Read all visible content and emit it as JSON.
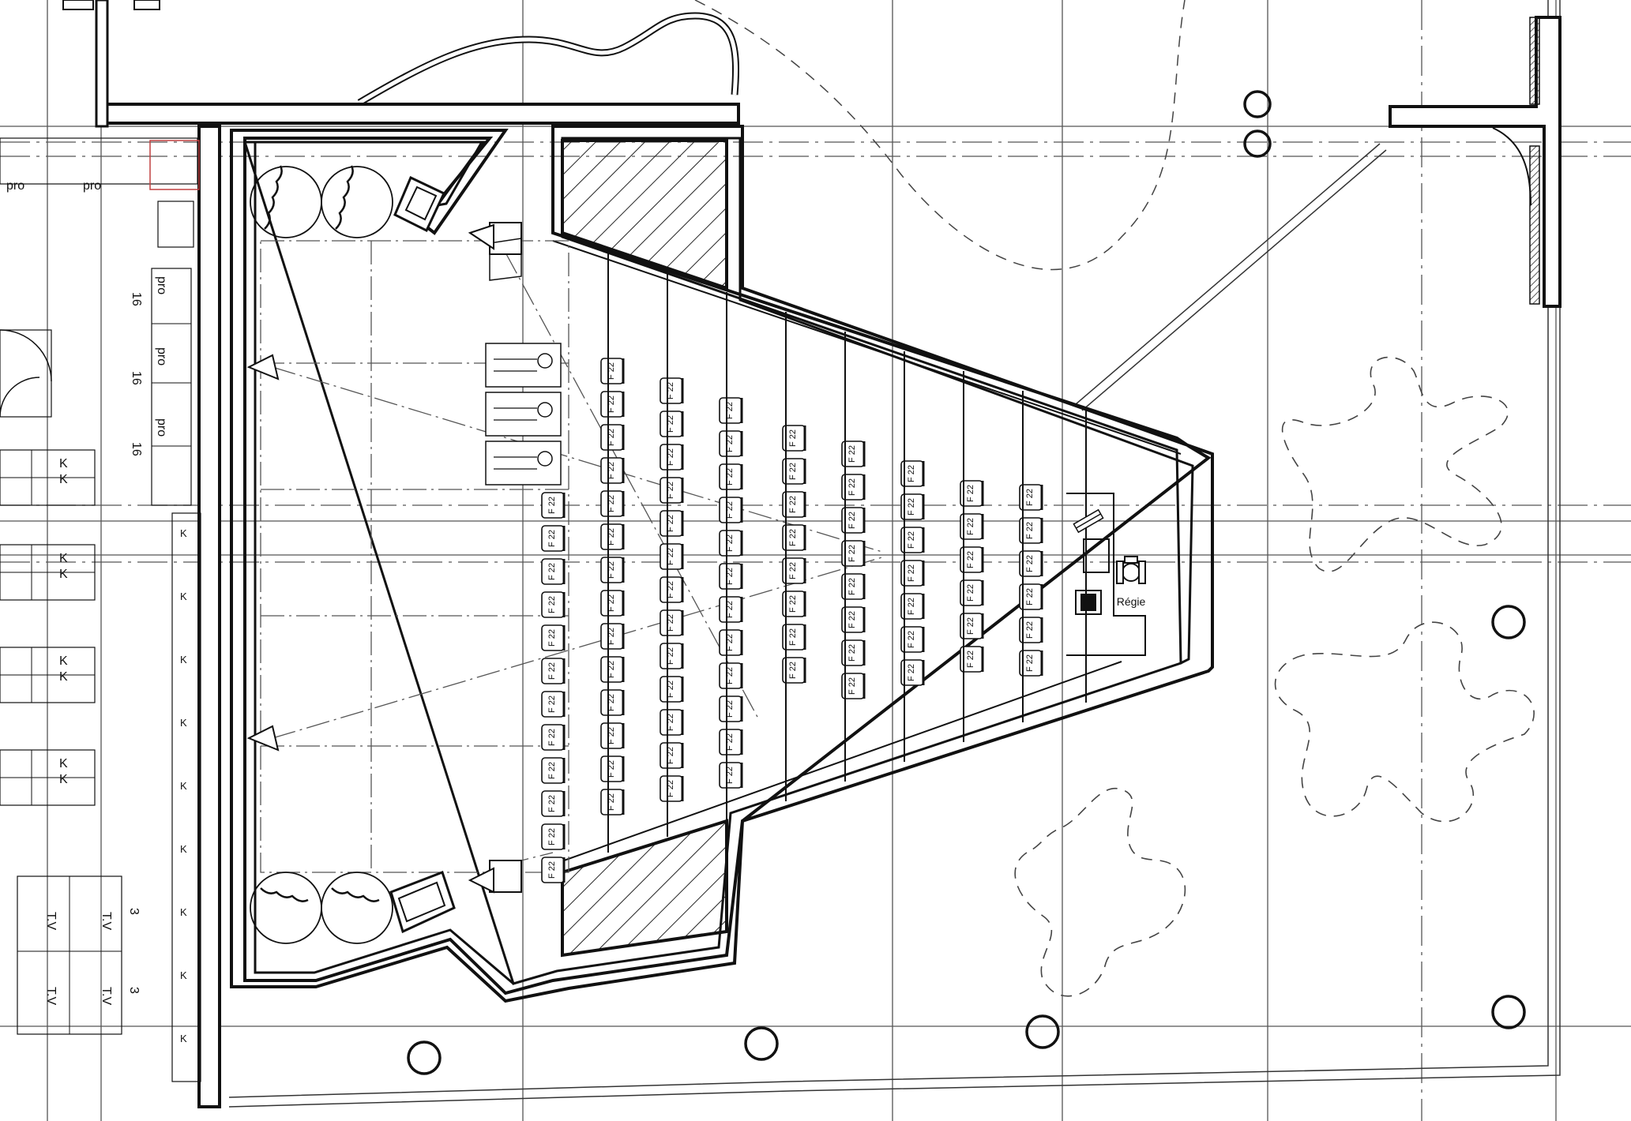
{
  "plan": {
    "control_room_label": "Régie",
    "seat_label": "F 22",
    "workspace_tag": "pro",
    "locker_tag": "K",
    "tv_tag": "T.V",
    "chair_tags": [
      "16",
      "3"
    ],
    "seat_rows": [
      {
        "count": 12
      },
      {
        "count": 14
      },
      {
        "count": 13
      },
      {
        "count": 12
      },
      {
        "count": 8
      },
      {
        "count": 8
      },
      {
        "count": 7
      },
      {
        "count": 6
      },
      {
        "count": 6
      }
    ],
    "stage_actors": 3,
    "columns": 7
  }
}
